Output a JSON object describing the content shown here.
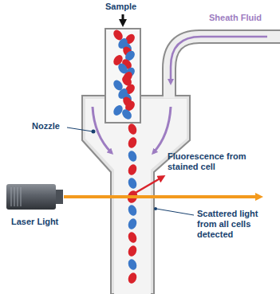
{
  "diagram": {
    "labels": [
      "Sample",
      "Sheath Fluid",
      "Nozzle",
      "Fluorescence from stained cell",
      "Laser Light",
      "Scattered light from all cells detected"
    ]
  }
}
